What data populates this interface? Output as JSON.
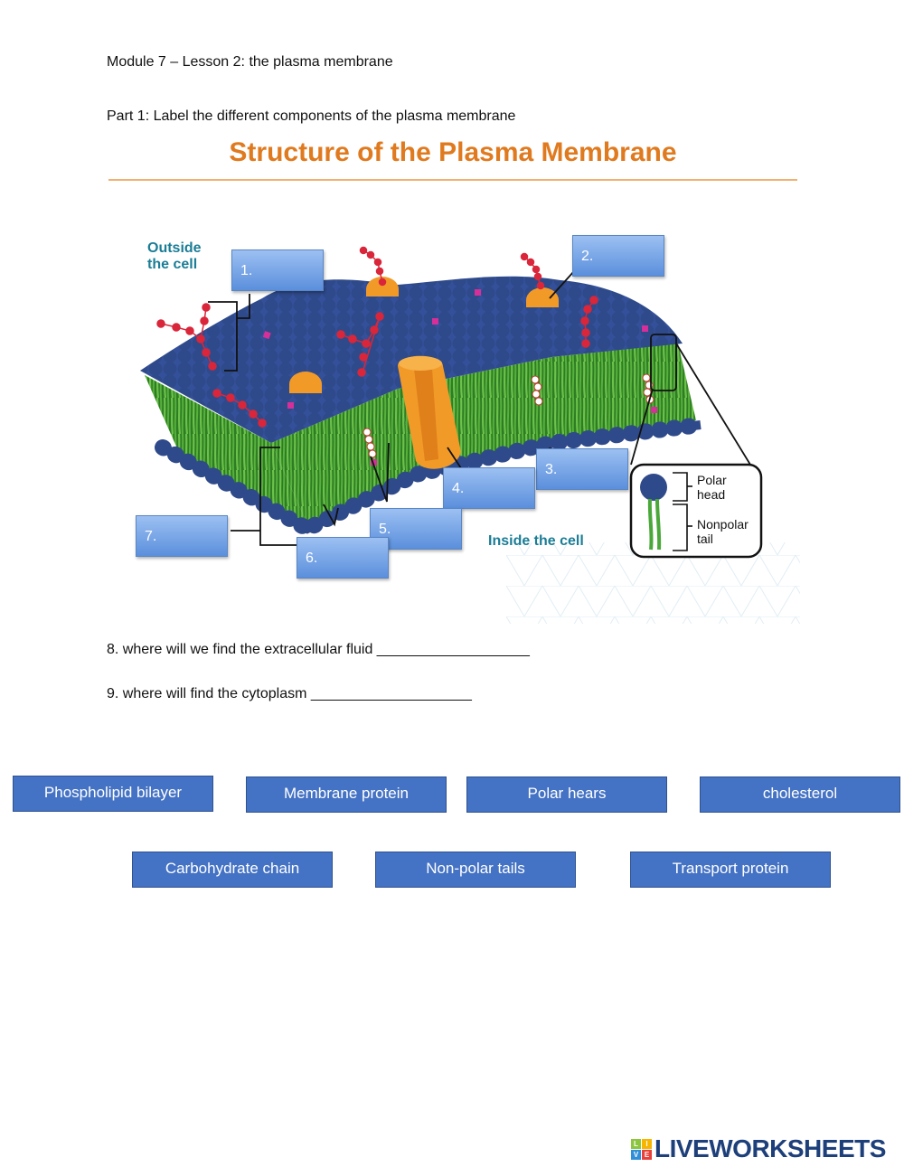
{
  "header": {
    "module_title": "Module 7 – Lesson 2: the plasma membrane",
    "part_title": "Part 1: Label the different components of the plasma membrane"
  },
  "diagram": {
    "title": "Structure of the Plasma Membrane",
    "outside_label": "Outside the cell",
    "outside_line1": "Outside",
    "outside_line2": "the cell",
    "inside_label": "Inside the cell",
    "inset": {
      "polar_head_line1": "Polar",
      "polar_head_line2": "head",
      "tail_line1": "Nonpolar",
      "tail_line2": "tail"
    },
    "colors": {
      "head": "#2f4a8a",
      "tail": "#4aa83a",
      "protein": "#f29a28",
      "carbohydrate": "#d9263a",
      "cholesterol": "#d62f9a",
      "title": "#e07a1f",
      "label_text": "#1b7d96"
    },
    "drop_boxes": [
      {
        "label": "1."
      },
      {
        "label": "2."
      },
      {
        "label": "3."
      },
      {
        "label": "4."
      },
      {
        "label": "5."
      },
      {
        "label": "6."
      },
      {
        "label": "7."
      }
    ]
  },
  "questions": [
    {
      "text": "8.  where will we find the extracellular fluid ___________________"
    },
    {
      "text": "9. where will find the cytoplasm ____________________"
    }
  ],
  "answer_bank": [
    {
      "label": "Phospholipid bilayer"
    },
    {
      "label": "Membrane protein"
    },
    {
      "label": "Polar hears"
    },
    {
      "label": "cholesterol"
    },
    {
      "label": "Carbohydrate chain"
    },
    {
      "label": "Non-polar tails"
    },
    {
      "label": "Transport protein"
    }
  ],
  "footer": {
    "logo_text": "LIVEWORKSHEETS",
    "logo_tiles": [
      "L",
      "I",
      "V",
      "E"
    ],
    "logo_tile_colors": [
      "#8cc63f",
      "#f7b500",
      "#2f8fd8",
      "#e8413c"
    ]
  }
}
